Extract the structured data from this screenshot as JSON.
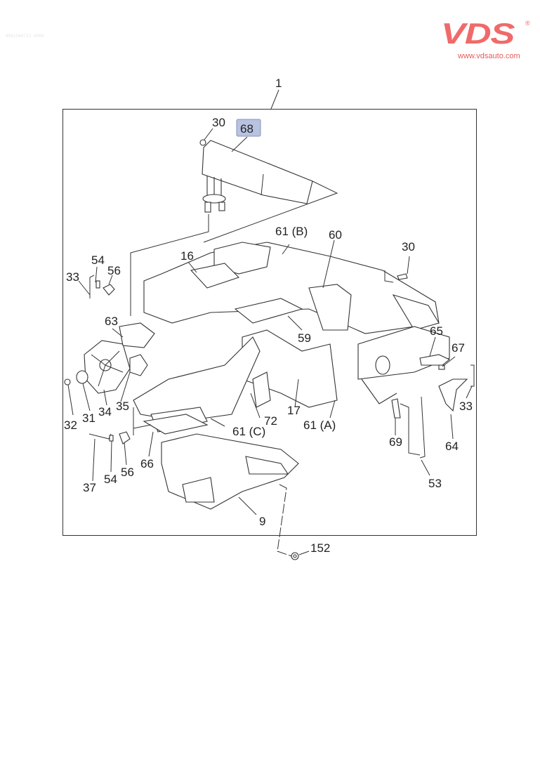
{
  "header": {
    "brand_name": "VDS",
    "brand_reg_mark": "®",
    "brand_url": "www.vdsauto.com",
    "brand_color": "#f06a6a",
    "watermark_text": "8961544723 0000"
  },
  "diagram": {
    "title_callout": "1",
    "highlight_color": "#b8c3e0",
    "highlighted_part": "68",
    "callouts": [
      {
        "id": "c1",
        "label": "1"
      },
      {
        "id": "c30a",
        "label": "30"
      },
      {
        "id": "c68",
        "label": "68",
        "highlighted": true
      },
      {
        "id": "c61b",
        "label": "61 (B)"
      },
      {
        "id": "c60",
        "label": "60"
      },
      {
        "id": "c30b",
        "label": "30"
      },
      {
        "id": "c16",
        "label": "16"
      },
      {
        "id": "c54a",
        "label": "54"
      },
      {
        "id": "c56a",
        "label": "56"
      },
      {
        "id": "c33a",
        "label": "33"
      },
      {
        "id": "c63",
        "label": "63"
      },
      {
        "id": "c59",
        "label": "59"
      },
      {
        "id": "c65",
        "label": "65"
      },
      {
        "id": "c67",
        "label": "67"
      },
      {
        "id": "c33b",
        "label": "33"
      },
      {
        "id": "c64",
        "label": "64"
      },
      {
        "id": "c32",
        "label": "32"
      },
      {
        "id": "c31",
        "label": "31"
      },
      {
        "id": "c34",
        "label": "34"
      },
      {
        "id": "c35",
        "label": "35"
      },
      {
        "id": "c72",
        "label": "72"
      },
      {
        "id": "c17",
        "label": "17"
      },
      {
        "id": "c61a",
        "label": "61 (A)"
      },
      {
        "id": "c61c",
        "label": "61 (C)"
      },
      {
        "id": "c69",
        "label": "69"
      },
      {
        "id": "c53",
        "label": "53"
      },
      {
        "id": "c66",
        "label": "66"
      },
      {
        "id": "c37",
        "label": "37"
      },
      {
        "id": "c54b",
        "label": "54"
      },
      {
        "id": "c56b",
        "label": "56"
      },
      {
        "id": "c9",
        "label": "9"
      },
      {
        "id": "c152",
        "label": "152"
      }
    ]
  }
}
